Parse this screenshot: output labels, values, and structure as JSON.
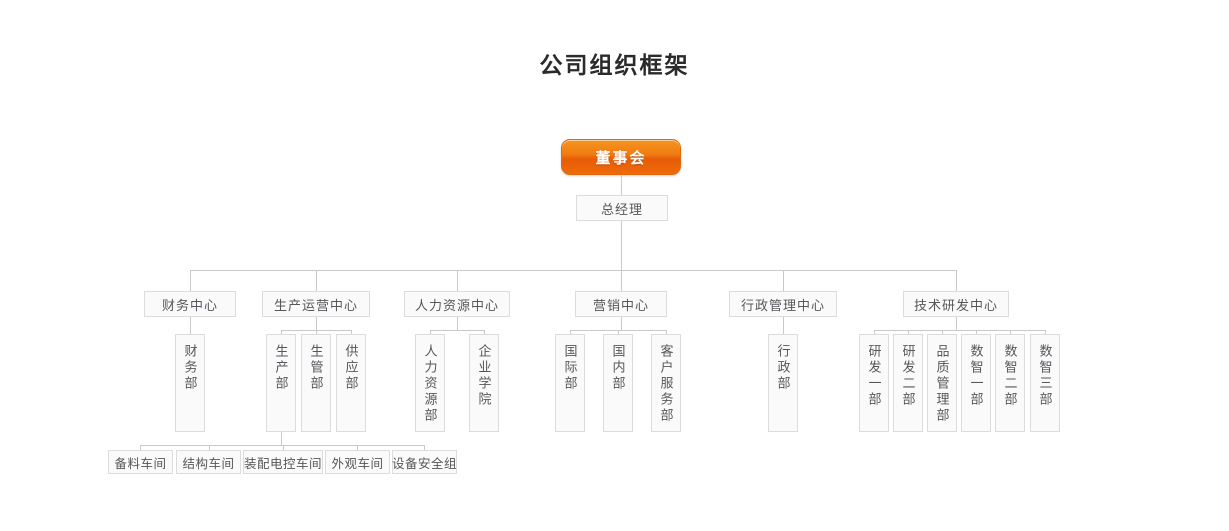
{
  "title": "公司组织框架",
  "colors": {
    "accent": "#ef6a0a",
    "accent_light": "#f5941f",
    "box_bg": "#fafafa",
    "box_border": "#dcdcdc",
    "line": "#c9c9c9",
    "text": "#55575a",
    "title_text": "#2b2b2b"
  },
  "chart_data": {
    "type": "diagram",
    "title": "公司组织框架",
    "root": {
      "label": "董事会",
      "children": [
        {
          "label": "总经理",
          "children": [
            {
              "label": "财务中心",
              "children": [
                {
                  "label": "财务部"
                }
              ]
            },
            {
              "label": "生产运营中心",
              "children": [
                {
                  "label": "生产部",
                  "children": [
                    {
                      "label": "备料车间"
                    },
                    {
                      "label": "结构车间"
                    },
                    {
                      "label": "装配电控车间"
                    },
                    {
                      "label": "外观车间"
                    },
                    {
                      "label": "设备安全组"
                    }
                  ]
                },
                {
                  "label": "生管部"
                },
                {
                  "label": "供应部"
                }
              ]
            },
            {
              "label": "人力资源中心",
              "children": [
                {
                  "label": "人力资源部"
                },
                {
                  "label": "企业学院"
                }
              ]
            },
            {
              "label": "营销中心",
              "children": [
                {
                  "label": "国际部"
                },
                {
                  "label": "国内部"
                },
                {
                  "label": "客户服务部"
                }
              ]
            },
            {
              "label": "行政管理中心",
              "children": [
                {
                  "label": "行政部"
                }
              ]
            },
            {
              "label": "技术研发中心",
              "children": [
                {
                  "label": "研发一部"
                },
                {
                  "label": "研发二部"
                },
                {
                  "label": "品质管理部"
                },
                {
                  "label": "数智一部"
                },
                {
                  "label": "数智二部"
                },
                {
                  "label": "数智三部"
                }
              ]
            }
          ]
        }
      ]
    }
  },
  "nodes": {
    "board": "董事会",
    "general_manager": "总经理",
    "centers": {
      "finance": "财务中心",
      "production": "生产运营中心",
      "hr": "人力资源中心",
      "marketing": "营销中心",
      "admin": "行政管理中心",
      "rnd": "技术研发中心"
    },
    "departments": {
      "finance_dept": "财务部",
      "production_dept": "生产部",
      "production_mgmt_dept": "生管部",
      "supply_dept": "供应部",
      "hr_dept": "人力资源部",
      "corporate_academy": "企业学院",
      "international_dept": "国际部",
      "domestic_dept": "国内部",
      "customer_service_dept": "客户服务部",
      "admin_dept": "行政部",
      "rnd_dept_1": "研发一部",
      "rnd_dept_2": "研发二部",
      "quality_mgmt_dept": "品质管理部",
      "digital_dept_1": "数智一部",
      "digital_dept_2": "数智二部",
      "digital_dept_3": "数智三部"
    },
    "workshops": {
      "material_prep": "备料车间",
      "structure": "结构车间",
      "assembly_control": "装配电控车间",
      "appearance": "外观车间",
      "equipment_safety": "设备安全组"
    }
  }
}
